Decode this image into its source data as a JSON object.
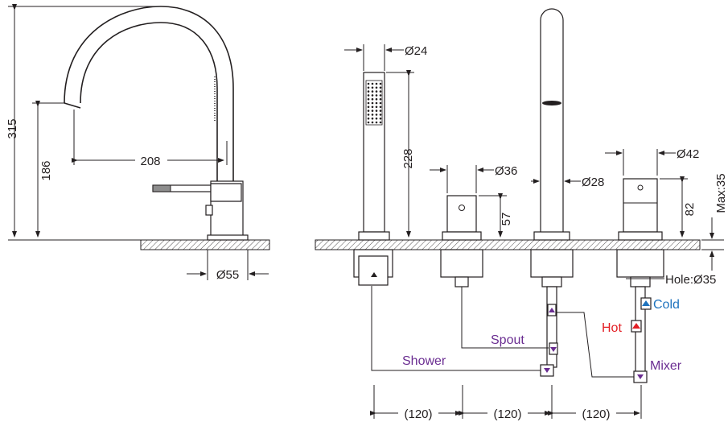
{
  "dimensions": {
    "height_total": "315",
    "spout_height": "186",
    "spout_reach": "208",
    "base_diameter_side": "Ø55",
    "handshower_diameter": "Ø24",
    "handshower_length": "228",
    "diverter_diameter": "Ø36",
    "diverter_height": "57",
    "spout_tube_diameter": "Ø28",
    "mixer_diameter": "Ø42",
    "mixer_height": "82",
    "max_deck": "Max:35",
    "hole": "Hole:Ø35",
    "spacing_1": "(120)",
    "spacing_2": "(120)",
    "spacing_3": "(120)"
  },
  "labels": {
    "shower": "Shower",
    "spout": "Spout",
    "hot": "Hot",
    "cold": "Cold",
    "mixer": "Mixer"
  },
  "colors": {
    "line": "#231f20",
    "purple": "#6a2d91",
    "red": "#e31e24",
    "blue": "#1e73be"
  }
}
